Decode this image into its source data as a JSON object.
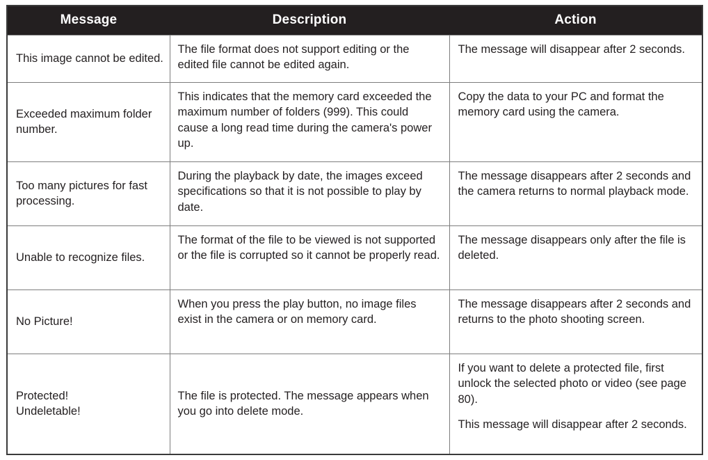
{
  "table": {
    "columns": [
      "Message",
      "Description",
      "Action"
    ],
    "header": {
      "background_color": "#231f20",
      "text_color": "#ffffff"
    },
    "border_color": "#7d7d7d",
    "outer_border_color": "#3a3a3a",
    "rows": [
      {
        "message": "This image cannot be edited.",
        "description": "The file format does not support editing or the edited file cannot be edited again.",
        "action": [
          "The message will disappear after 2 seconds."
        ]
      },
      {
        "message": "Exceeded maximum folder number.",
        "description": "This indicates that the memory card exceeded the maximum number of folders (999). This could cause a long read time during the camera's power up.",
        "action": [
          "Copy the data to your PC and format the memory card using the camera."
        ]
      },
      {
        "message": "Too many pictures for fast processing.",
        "description": "During the playback by date, the images exceed specifications so that it is not possible to play by date.",
        "action": [
          "The message disappears after 2 seconds and the camera returns to normal playback mode."
        ]
      },
      {
        "message": "Unable to recognize files.",
        "description": "The format of the file to be viewed is not supported or the file is corrupted so it cannot be properly read.",
        "action": [
          "The message disappears only after the file is deleted."
        ]
      },
      {
        "message": "No Picture!",
        "description": "When you press the play button, no image files exist in the camera or on memory card.",
        "action": [
          "The message disappears after 2 seconds and returns to the photo shooting screen."
        ]
      },
      {
        "message": "Protected! Undeletable!",
        "message_lines": [
          "Protected!",
          "Undeletable!"
        ],
        "description": "The file is protected. The message appears when you go into delete mode.",
        "action": [
          "If you want to delete a protected file, first unlock the selected photo or video (see page 80).",
          "This message will disappear after 2 seconds."
        ]
      }
    ]
  }
}
